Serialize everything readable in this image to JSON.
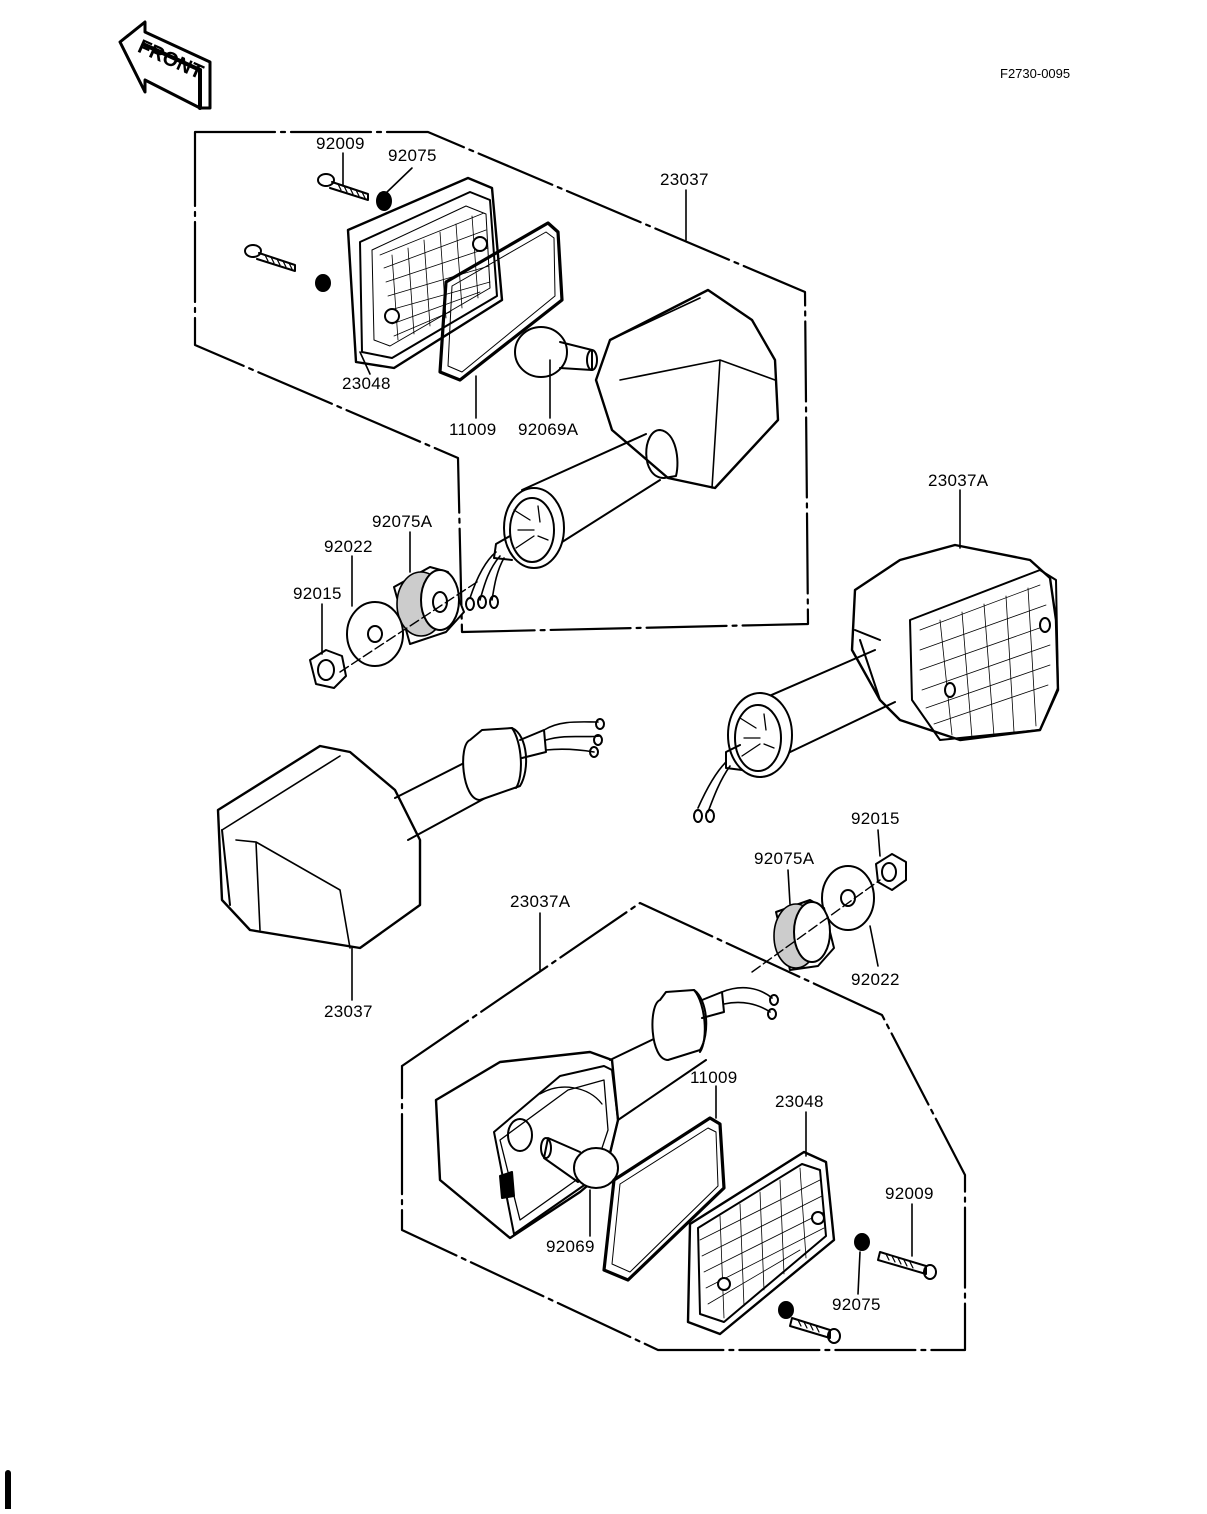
{
  "figure_code": "F2730-0095",
  "front_arrow": {
    "label": "FRONT",
    "icon": "front-direction-arrow-icon"
  },
  "labels": {
    "top": {
      "screw": "92009",
      "washer": "92075",
      "turn_signal_assy": "23037",
      "lens": "23048",
      "gasket": "11009",
      "bulb": "92069A",
      "damper": "92075A",
      "plate_washer": "92022",
      "nut": "92015"
    },
    "right": {
      "turn_signal_assy": "23037A",
      "nut": "92015",
      "damper": "92075A",
      "plate_washer": "92022"
    },
    "left": {
      "turn_signal_assy": "23037"
    },
    "bottom": {
      "turn_signal_assy": "23037A",
      "gasket": "11009",
      "lens": "23048",
      "screw": "92009",
      "bulb": "92069",
      "washer": "92075"
    }
  }
}
